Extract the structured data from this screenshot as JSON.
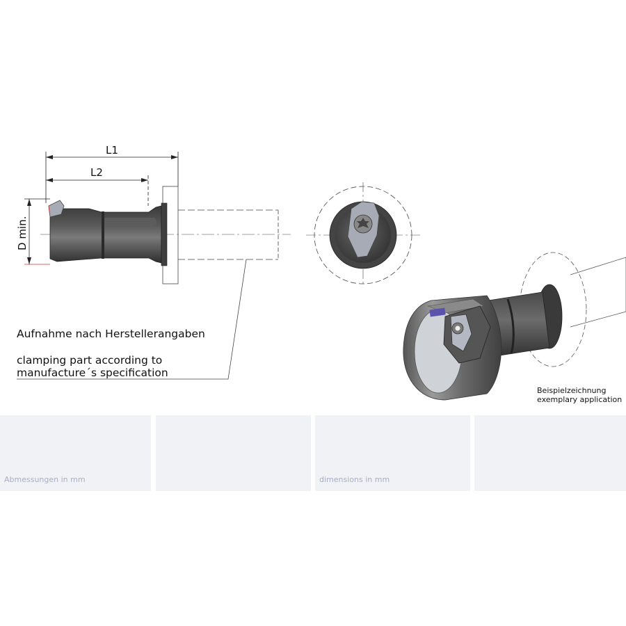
{
  "dimensions": {
    "L1": "L1",
    "L2": "L2",
    "D": "D min."
  },
  "notes": {
    "german": "Aufnahme nach Herstellerangaben",
    "english_line1": "clamping part according to",
    "english_line2": "manufacture´s specification"
  },
  "example": {
    "german": "Beispielzeichnung",
    "english": "exemplary application"
  },
  "table": {
    "cells": [
      "Abmessungen in mm",
      "",
      "dimensions in mm",
      ""
    ]
  },
  "colors": {
    "tool_body": "#4a4a4a",
    "tool_highlight": "#6e6e6e",
    "insert": "#9aa0ad",
    "accent_purple": "#5b52b0",
    "table_bg": "#f1f2f5",
    "table_text": "#a7aec4"
  }
}
